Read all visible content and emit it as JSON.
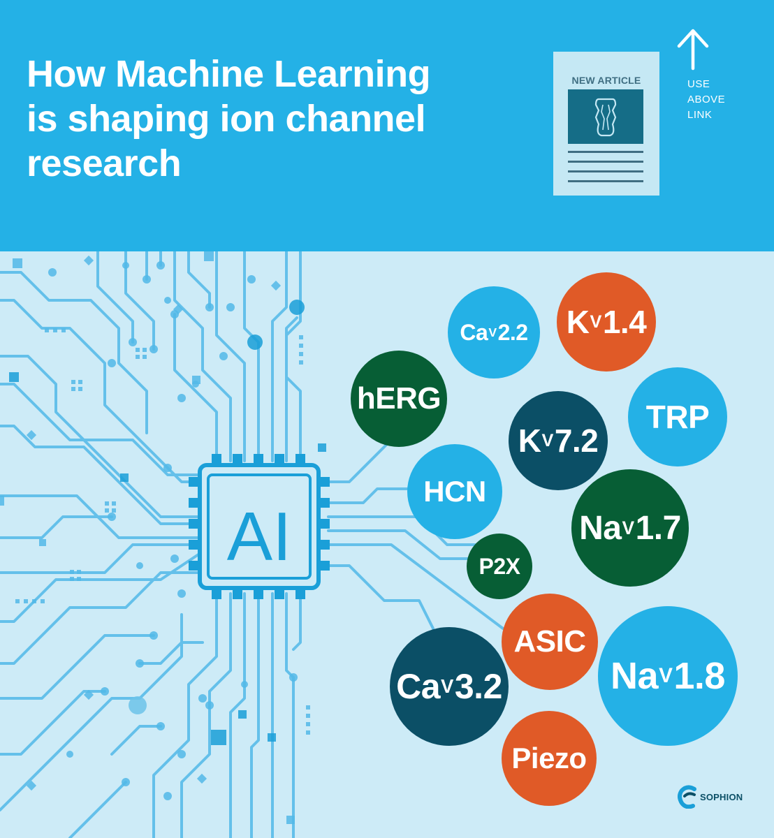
{
  "title_lines": [
    "How Machine Learning",
    "is shaping ion channel",
    "research"
  ],
  "article": {
    "label": "NEW ARTICLE",
    "icon": "ion-channel-icon"
  },
  "link": {
    "icon": "up-arrow-icon",
    "lines": [
      "USE",
      "ABOVE",
      "LINK"
    ]
  },
  "chip": {
    "label": "AI"
  },
  "channels": [
    {
      "base": "Ca",
      "sub": "V",
      "rest": "2.2",
      "color": "#24b1e6"
    },
    {
      "base": "K",
      "sub": "V",
      "rest": " 1.4",
      "color": "#e05a27"
    },
    {
      "base": "hERG",
      "sub": "",
      "rest": "",
      "color": "#075e35"
    },
    {
      "base": "TRP",
      "sub": "",
      "rest": "",
      "color": "#24b1e6"
    },
    {
      "base": "K",
      "sub": "V",
      "rest": "7.2",
      "color": "#0b4f66"
    },
    {
      "base": "HCN",
      "sub": "",
      "rest": "",
      "color": "#24b1e6"
    },
    {
      "base": "Na",
      "sub": "V",
      "rest": " 1.7",
      "color": "#075e35"
    },
    {
      "base": "P2X",
      "sub": "",
      "rest": "",
      "color": "#075e35"
    },
    {
      "base": "ASIC",
      "sub": "",
      "rest": "",
      "color": "#e05a27"
    },
    {
      "base": "Na",
      "sub": "V",
      "rest": " 1.8",
      "color": "#24b1e6"
    },
    {
      "base": "Ca",
      "sub": "V",
      "rest": "3.2",
      "color": "#0b4f66"
    },
    {
      "base": "Piezo",
      "sub": "",
      "rest": "",
      "color": "#e05a27"
    }
  ],
  "brand": {
    "name": "SOPHION",
    "icon": "sophion-logo-icon"
  },
  "colors": {
    "header_bg": "#24b1e6",
    "body_bg": "#cdebf7",
    "circuit": "#4eb6e6",
    "chip": "#1a9fd8"
  }
}
